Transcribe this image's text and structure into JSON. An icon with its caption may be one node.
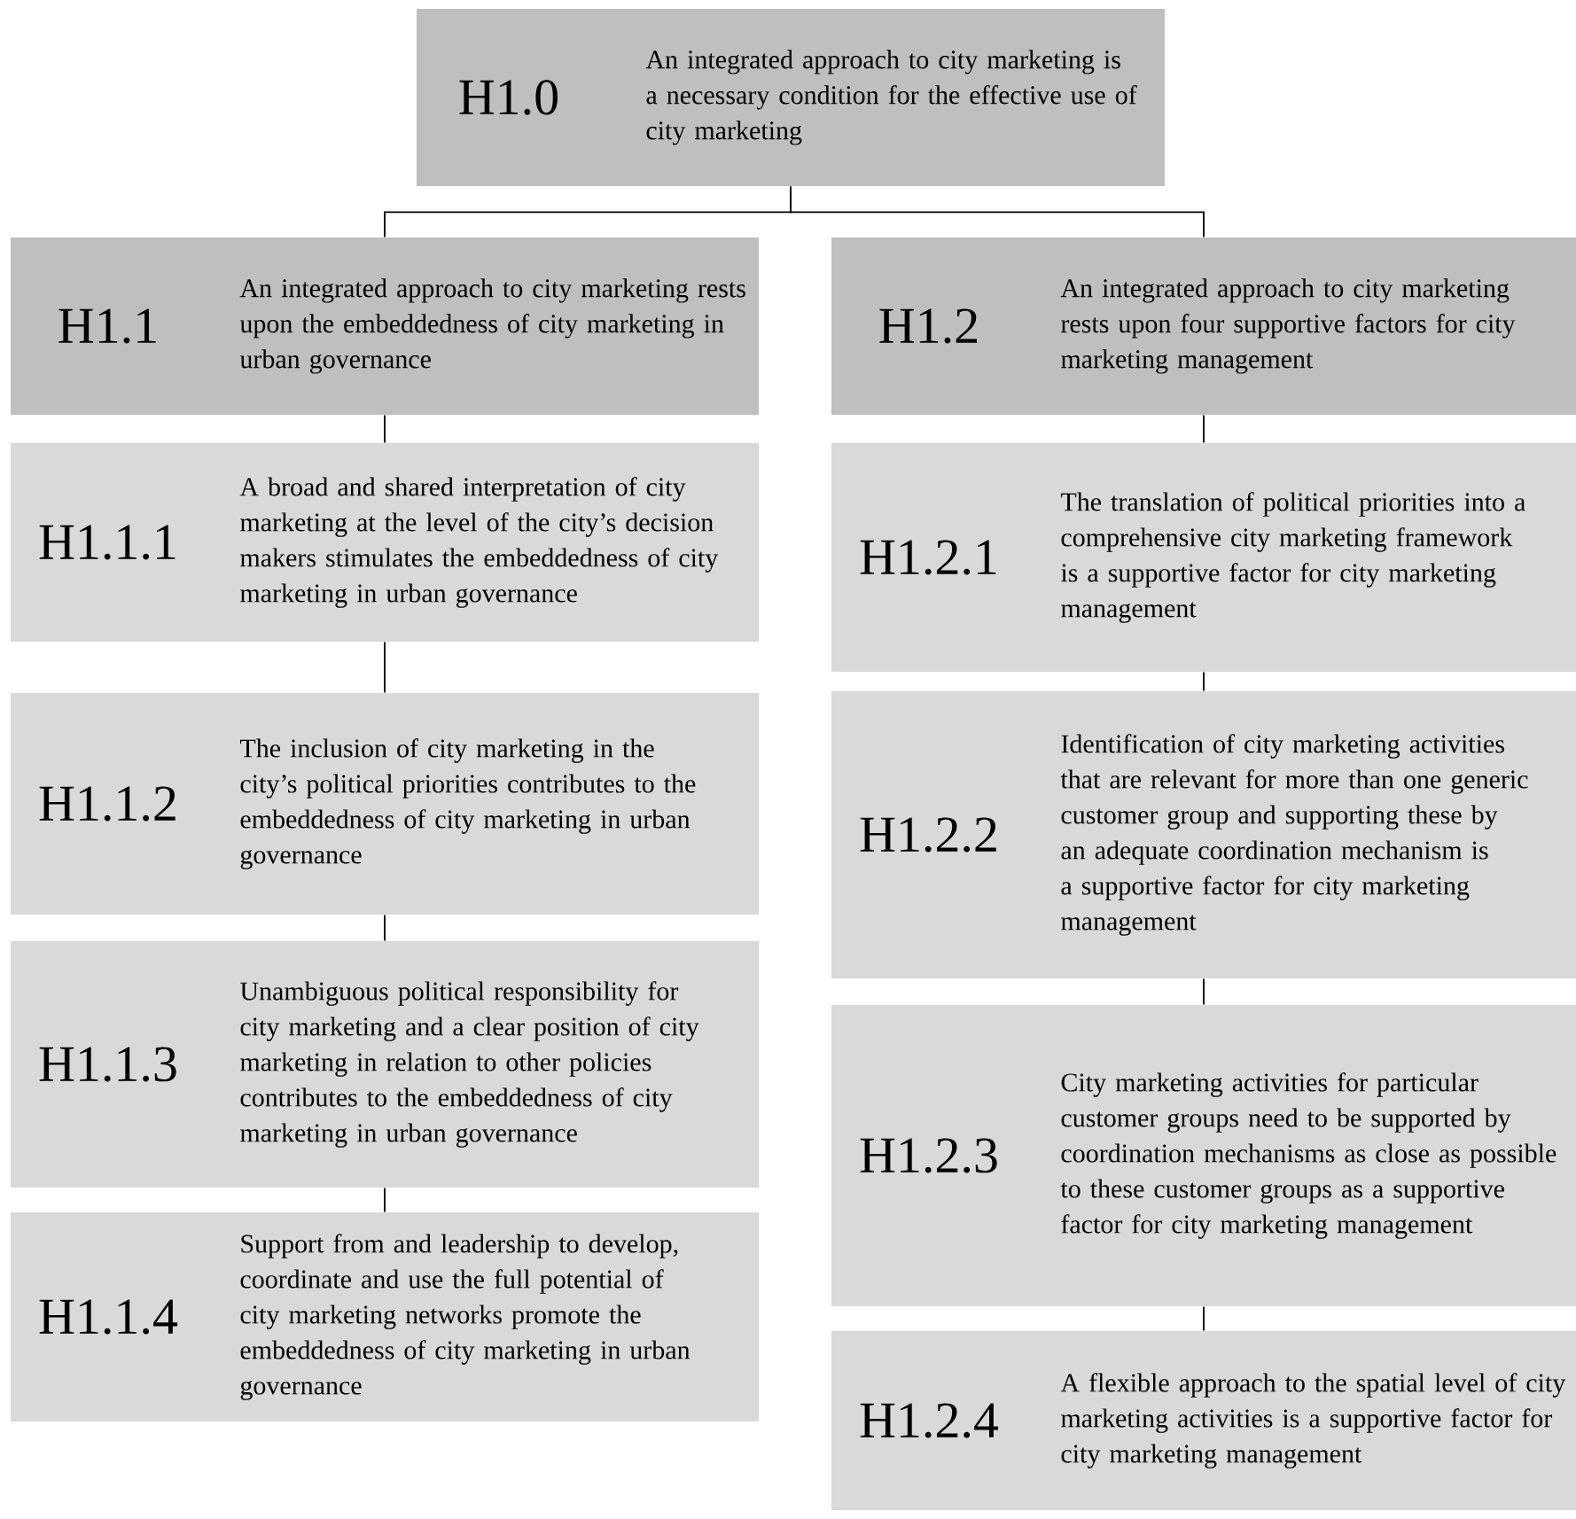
{
  "diagram": {
    "nodes": [
      {
        "text": [
          "H1.0",
          "An integrated approach to city marketing is a necessary condition for the effective use of city marketing"
        ]
      },
      {
        "text": [
          "H1.1",
          "An integrated approach to city marketing rests upon the embeddedness of city marketing in urban governance"
        ]
      },
      {
        "text": [
          "H1.2",
          "An integrated approach to city marketing rests upon four supportive factors for city marketing management"
        ]
      },
      {
        "text": [
          "H1.1.1",
          "A broad and shared interpretation of city marketing at the level of the city’s decision makers stimulates the embeddedness of city marketing in urban governance"
        ]
      },
      {
        "text": [
          "H1.1.2",
          "The inclusion of city marketing in the city’s political priorities contributes to the embeddedness of city marketing in urban governance"
        ]
      },
      {
        "text": [
          "H1.1.3",
          "Unambiguous political responsibility for city marketing and a clear position of city marketing in relation to other policies contributes to the embeddedness of city marketing in urban governance"
        ]
      },
      {
        "text": [
          "H1.1.4",
          "Support from and leadership to develop, coordinate and use the full potential of city marketing networks promote the embeddedness of city marketing in urban governance"
        ]
      },
      {
        "text": [
          "H1.2.1",
          "The translation of political priorities into a comprehensive city marketing framework is a supportive factor for city marketing management"
        ]
      },
      {
        "text": [
          "H1.2.2",
          "Identification of city marketing activities that are relevant for more than one generic customer group and supporting these by an adequate coordination mechanism is a supportive factor for city marketing management"
        ]
      },
      {
        "text": [
          "H1.2.3",
          "City marketing activities for particular customer groups need to be supported by coordination mechanisms as close as possible to these customer groups as a supportive factor for city marketing management"
        ]
      },
      {
        "text": [
          "H1.2.4",
          "A flexible approach to the spatial level of city marketing activities is a supportive factor for city marketing management"
        ]
      }
    ],
    "edges": [
      {
        "from": 0,
        "to": 1,
        "arrow": "none"
      },
      {
        "from": 0,
        "to": 2,
        "arrow": "none"
      },
      {
        "from": 1,
        "to": 3,
        "arrow": "none"
      },
      {
        "from": 3,
        "to": 4,
        "arrow": "none"
      },
      {
        "from": 4,
        "to": 5,
        "arrow": "none"
      },
      {
        "from": 5,
        "to": 6,
        "arrow": "none"
      },
      {
        "from": 2,
        "to": 7,
        "arrow": "none"
      },
      {
        "from": 7,
        "to": 8,
        "arrow": "none"
      },
      {
        "from": 8,
        "to": 9,
        "arrow": "none"
      },
      {
        "from": 9,
        "to": 10,
        "arrow": "none"
      }
    ]
  }
}
